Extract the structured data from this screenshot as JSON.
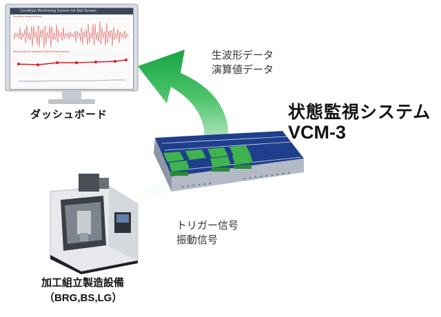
{
  "dashboard": {
    "window_title": "Condition Monitoring System for Ball Screws",
    "panel_top_label": "Vibration measurement",
    "panel_bottom_label": "Trend graph of features for Ball Screw bearing",
    "label": "ダッシュボード"
  },
  "flow_to_dashboard": {
    "line1": "生波形データ",
    "line2": "演算値データ"
  },
  "system": {
    "name": "状態監視システム",
    "model": "VCM-3"
  },
  "flow_from_machine": {
    "line1": "トリガー信号",
    "line2": "振動信号"
  },
  "machine": {
    "name": "加工組立製造設備",
    "subtitle": "（BRG,BS,LG）"
  },
  "colors": {
    "arrow_green": "#1fae4b",
    "arrow_fade": "#d8f0dc",
    "device_blue": "#1f3f8c",
    "terminal_green": "#3fb34f",
    "trend_red": "#e0161c"
  }
}
